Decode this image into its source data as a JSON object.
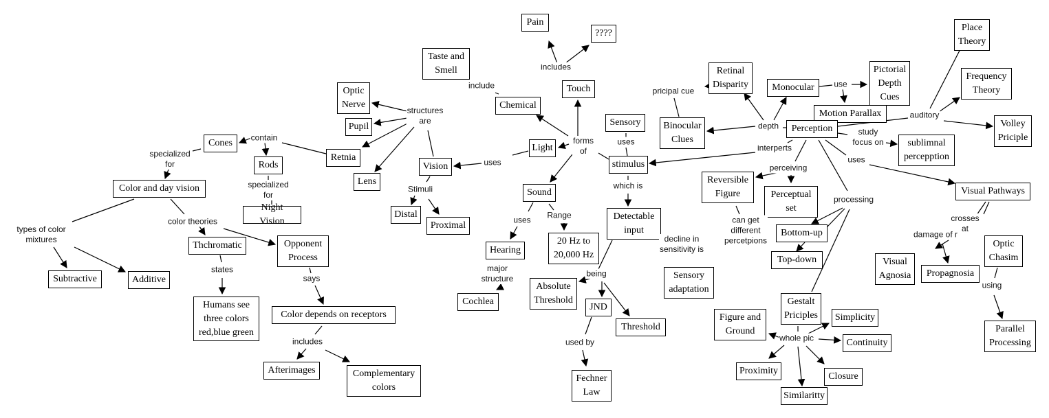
{
  "title": "Sensation and Perception concept map",
  "nodes": {
    "pain": "Pain",
    "unknown": "????",
    "taste_smell": "Taste and\nSmell",
    "touch": "Touch",
    "chemical": "Chemical",
    "optic_nerve": "Optic\nNerve",
    "pupil": "Pupil",
    "cones": "Cones",
    "rods": "Rods",
    "retina": "Retnia",
    "lens": "Lens",
    "vision": "Vision",
    "light": "Light",
    "sensory": "Sensory",
    "stimulus": "stimulus",
    "color_day": "Color and day vision",
    "night_vision": "Night Vision",
    "distal": "Distal",
    "proximal": "Proximal",
    "sound": "Sound",
    "hearing": "Hearing",
    "hz_range": "20 Hz to\n20,000 Hz",
    "detectable": "Detectable\ninput",
    "trichromatic": "Thchromatic",
    "opponent": "Opponent\nProcess",
    "subtractive": "Subtractive",
    "additive": "Additive",
    "humans_see": "Humans see\nthree colors\nred,blue green",
    "color_depends": "Color depends on receptors",
    "afterimages": "Afterimages",
    "complementary": "Complementary\ncolors",
    "cochlea": "Cochlea",
    "absolute_threshold": "Absolute\nThreshold",
    "jnd": "JND",
    "threshold": "Threshold",
    "fechner": "Fechner\nLaw",
    "sensory_adaptation": "Sensory\nadaptation",
    "retinal_disparity": "Retinal\nDisparity",
    "binocular": "Binocular\nClues",
    "monocular": "Monocular",
    "pictorial": "Pictorial\nDepth\nCues",
    "motion_parallax": "Motion Parallax",
    "perception": "Perception",
    "place_theory": "Place\nTheory",
    "frequency_theory": "Frequency\nTheory",
    "volley": "Volley\nPriciple",
    "subliminal": "sublimnal\npercepption",
    "reversible": "Reversible\nFigure",
    "perceptual_set": "Perceptual\nset",
    "bottom_up": "Bottom-up",
    "top_down": "Top-down",
    "visual_pathways": "Visual Pathways",
    "visual_agnosia": "Visual\nAgnosia",
    "propagnosia": "Propagnosia",
    "optic_chiasm": "Optic\nChasim",
    "parallel": "Parallel\nProcessing",
    "gestalt": "Gestalt\nPriciples",
    "figure_ground": "Figure and\nGround",
    "simplicity": "Simplicity",
    "continuity": "Continuity",
    "proximity": "Proximity",
    "closure": "Closure",
    "similarity": "Similaritty"
  },
  "labels": {
    "includes_touch": "includes",
    "include_chem": "include",
    "structures_are": "structures\nare",
    "contain": "contain",
    "specialized_cones": "specialized\nfor",
    "specialized_rods": "specialized\nfor",
    "forms_of": "forms\nof",
    "uses_light": "uses",
    "uses_sensory": "uses",
    "which_is": "which is",
    "stimuli": "Stimuli",
    "uses_sound": "uses",
    "range": "Range",
    "types_mixtures": "types of color\nmixtures",
    "color_theories": "color theories",
    "states": "states",
    "says": "says",
    "includes_color": "includes",
    "major_structure": "major\nstructure",
    "being": "being",
    "used_by": "used by",
    "decline": "decline in\nsensitivity is",
    "principal_cue": "pricipal cue",
    "depth": "depth",
    "use_mono": "use",
    "auditory": "auditory",
    "study_focus": "study\nfocus on",
    "interperts": "interperts",
    "perceiving": "perceiving",
    "uses_perc": "uses",
    "processing": "processing",
    "can_get": "can get\ndifferent\npercetpions",
    "crosses_at": "crosses\nat",
    "damage_of": "damage of r",
    "using": "using",
    "whole_pic": "whole pic"
  }
}
